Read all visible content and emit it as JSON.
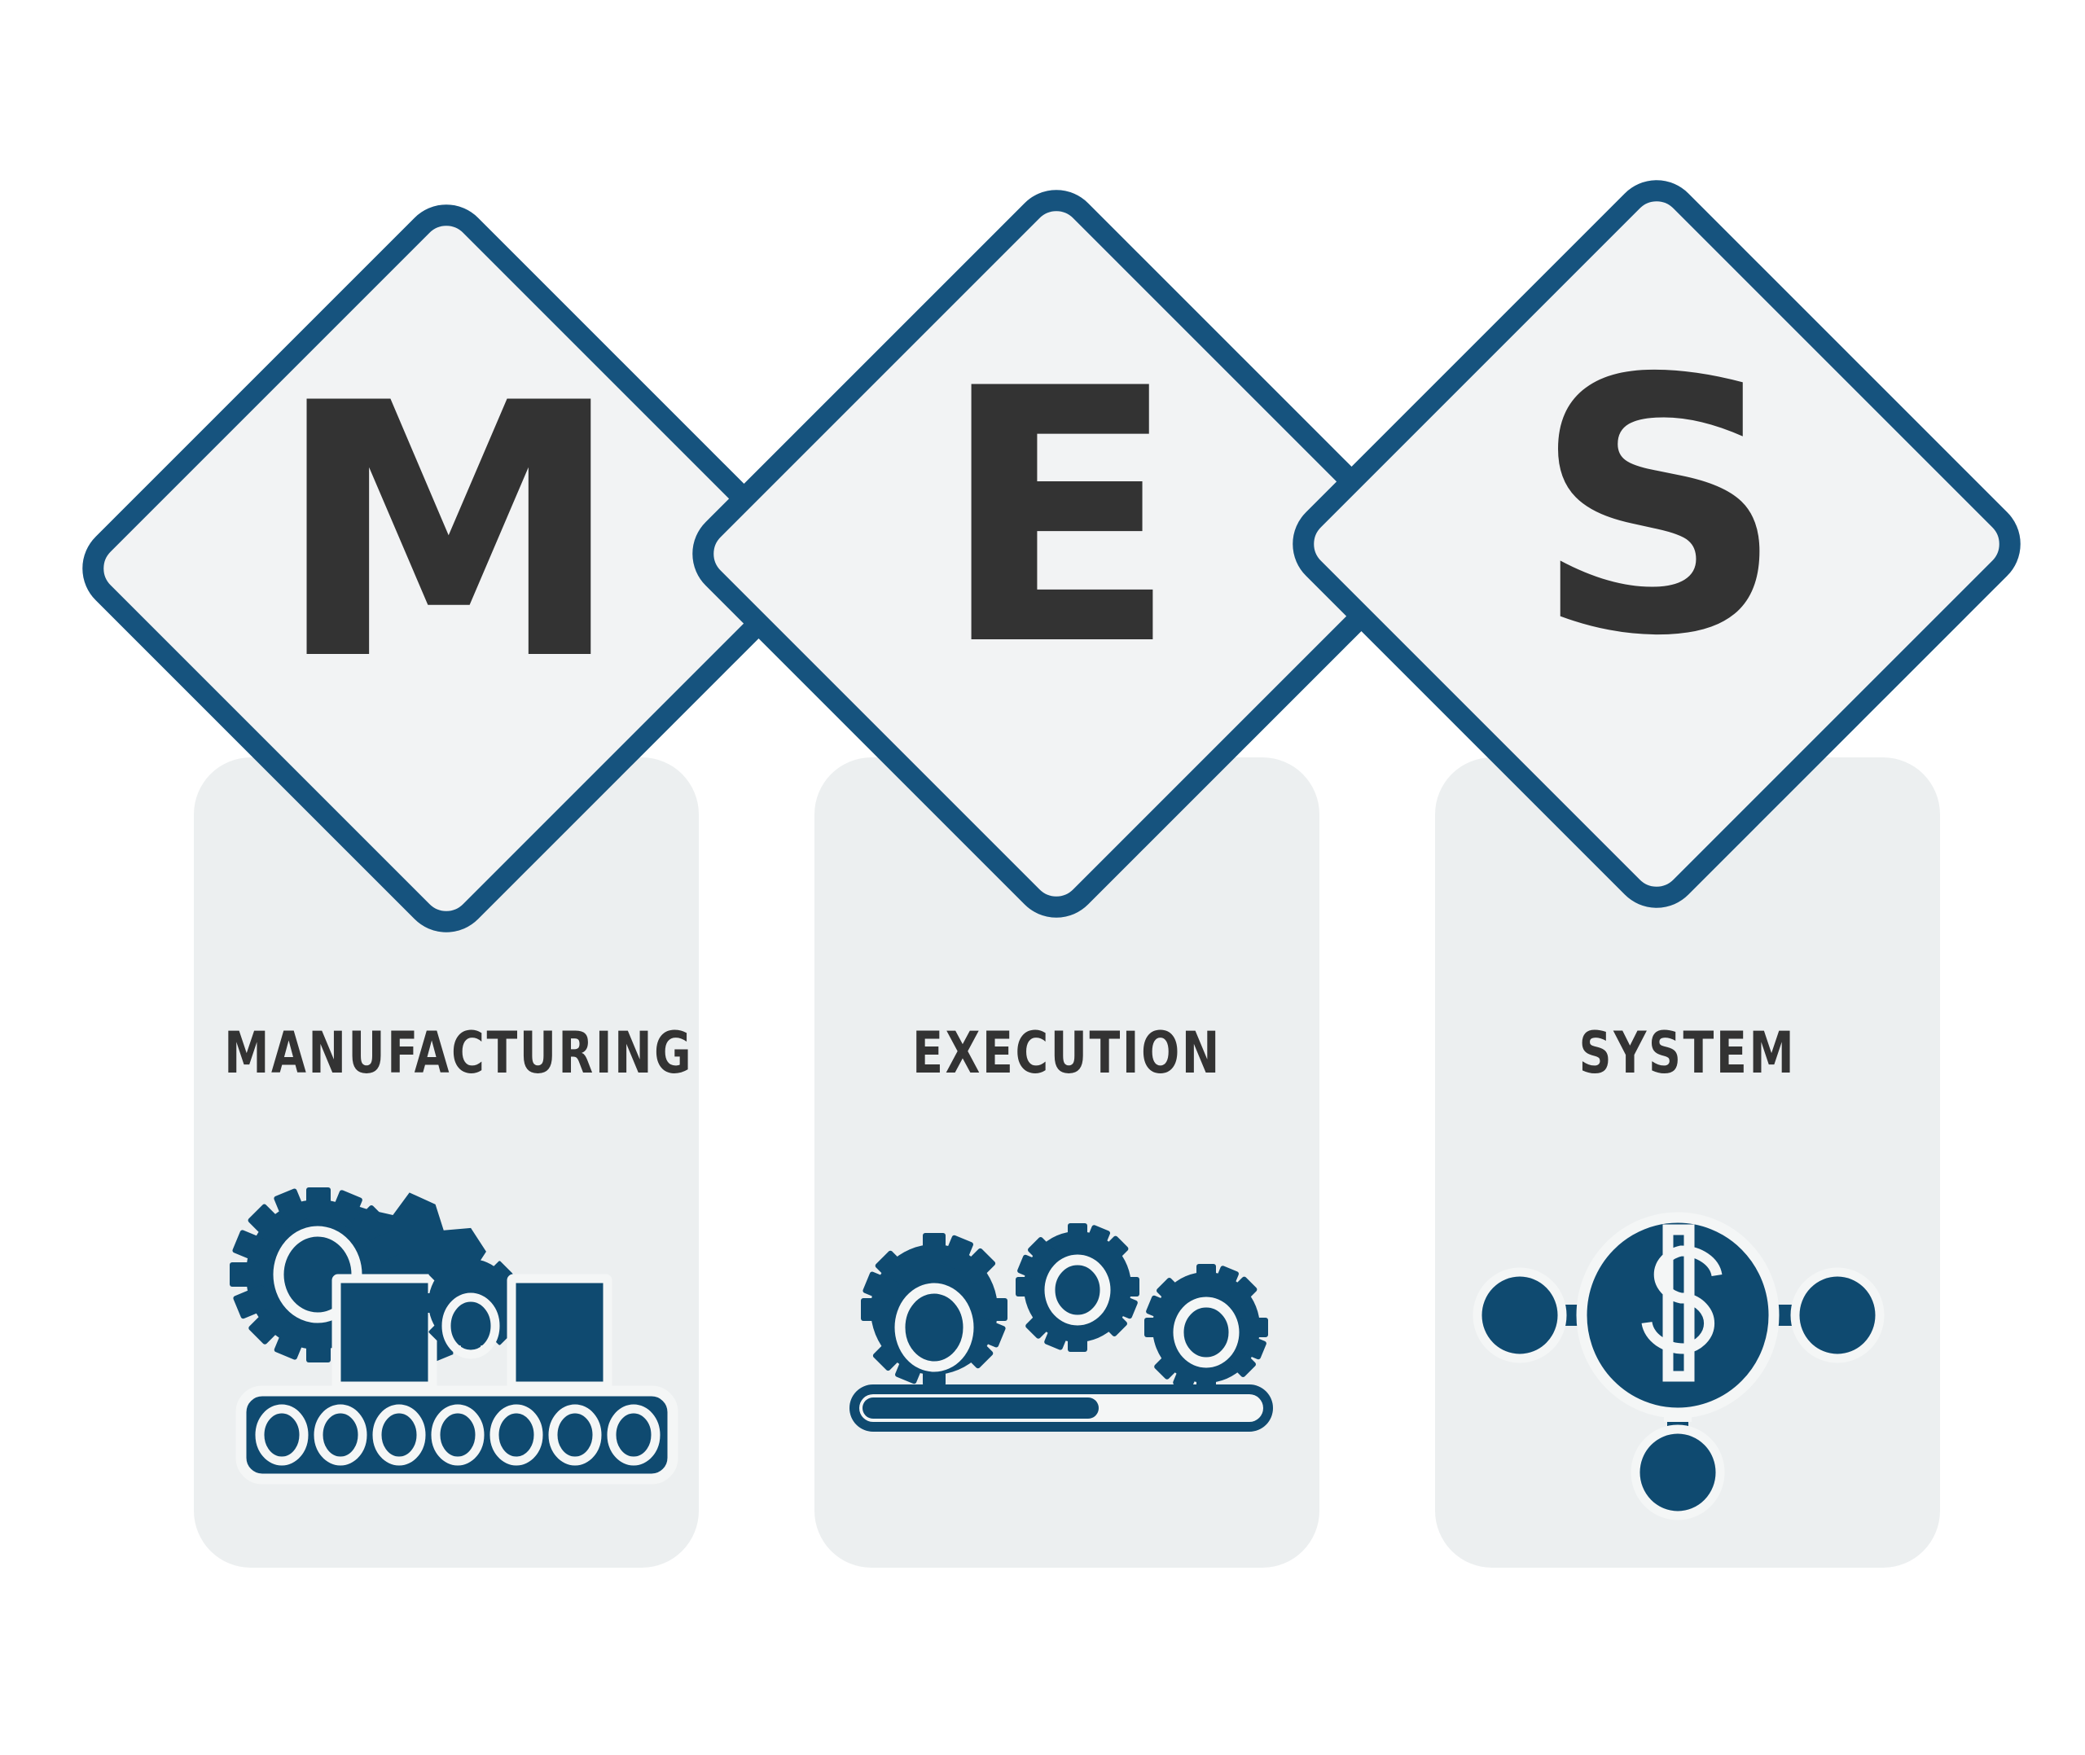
{
  "infographic": {
    "acronym": "MES",
    "background_color": "#ffffff",
    "accent_color": "#16537e",
    "icon_color": "#0f4a70",
    "letter_color": "#333333",
    "card_color": "#eceff0",
    "diamond_fill": "#f2f3f4"
  },
  "items": [
    {
      "letter": "M",
      "label": "MANUFACTURING",
      "icon": "conveyor-belt-gear-icon",
      "icon_description": "Large gear with boxes on a roller conveyor belt"
    },
    {
      "letter": "E",
      "label": "EXECUTION",
      "icon": "gears-progress-bar-icon",
      "icon_description": "Three gears above a partially filled progress bar"
    },
    {
      "letter": "S",
      "label": "SYSTEM",
      "icon": "dollar-network-icon",
      "icon_description": "Dollar sign in a circle connected to three nodes"
    }
  ]
}
